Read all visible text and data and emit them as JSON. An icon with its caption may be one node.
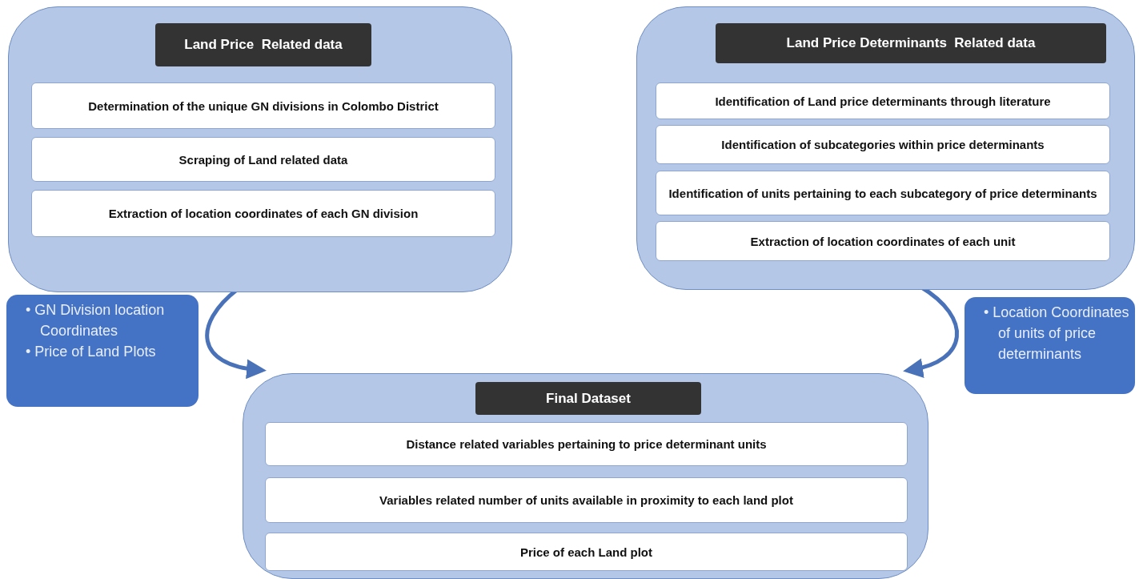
{
  "diagram": {
    "nodes": [
      {
        "text": [],
        "shape": "box"
      },
      {
        "text": [
          "Land Price  Related data"
        ],
        "in": 0
      },
      {
        "text": [
          "Determination of the unique GN divisions in Colombo District"
        ],
        "in": 0
      },
      {
        "text": [
          "Scraping of Land related data"
        ],
        "in": 0
      },
      {
        "text": [
          "Extraction of location coordinates of each GN division"
        ],
        "in": 0
      },
      {
        "text": [],
        "shape": "box"
      },
      {
        "text": [
          "Land Price Determinants  Related data"
        ],
        "in": 5
      },
      {
        "text": [
          "Identification of Land price determinants through literature"
        ],
        "in": 5
      },
      {
        "text": [
          "Identification of subcategories within price determinants"
        ],
        "in": 5
      },
      {
        "text": [
          "Identification of units pertaining to each subcategory of price determinants"
        ],
        "in": 5
      },
      {
        "text": [
          "Extraction of location coordinates of each unit"
        ],
        "in": 5
      },
      {
        "text": [
          "• GN Division location Coordinates",
          "• Price of Land Plots"
        ]
      },
      {
        "text": [
          "• Location Coordinates of units of price determinants"
        ]
      },
      {
        "text": [],
        "shape": "box"
      },
      {
        "text": [
          "Final Dataset"
        ],
        "in": 13
      },
      {
        "text": [
          "Distance related variables pertaining to price determinant units"
        ],
        "in": 13
      },
      {
        "text": [
          "Variables related number of units available in proximity to each land plot"
        ],
        "in": 13
      },
      {
        "text": [
          "Price of each Land plot"
        ],
        "in": 13
      }
    ],
    "edges": [
      {
        "from": 0,
        "to": 13,
        "arrow": "to"
      },
      {
        "from": 5,
        "to": 13,
        "arrow": "to"
      }
    ]
  }
}
